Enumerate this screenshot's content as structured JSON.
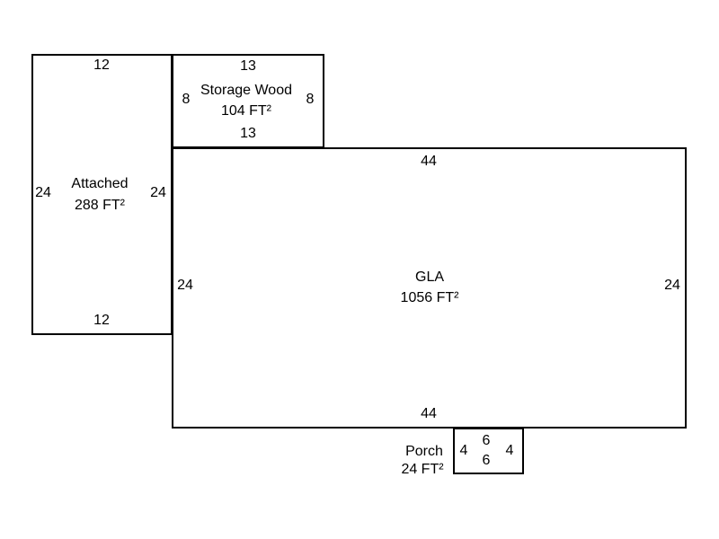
{
  "sketch": {
    "colors": {
      "background": "#ffffff",
      "line": "#000000",
      "text": "#000000"
    },
    "areas": {
      "attached": {
        "name": "Attached",
        "area": "288 FT²",
        "dim_top": "12",
        "dim_bottom": "12",
        "dim_left": "24",
        "dim_right": "24"
      },
      "storage_wood": {
        "name": "Storage Wood",
        "area": "104 FT²",
        "dim_top": "13",
        "dim_bottom": "13",
        "dim_left": "8",
        "dim_right": "8"
      },
      "gla": {
        "name": "GLA",
        "area": "1056 FT²",
        "dim_top": "44",
        "dim_bottom": "44",
        "dim_left": "24",
        "dim_right": "24"
      },
      "porch": {
        "name": "Porch",
        "area": "24 FT²",
        "dim_top": "6",
        "dim_bottom": "6",
        "dim_left": "4",
        "dim_right": "4"
      }
    }
  }
}
